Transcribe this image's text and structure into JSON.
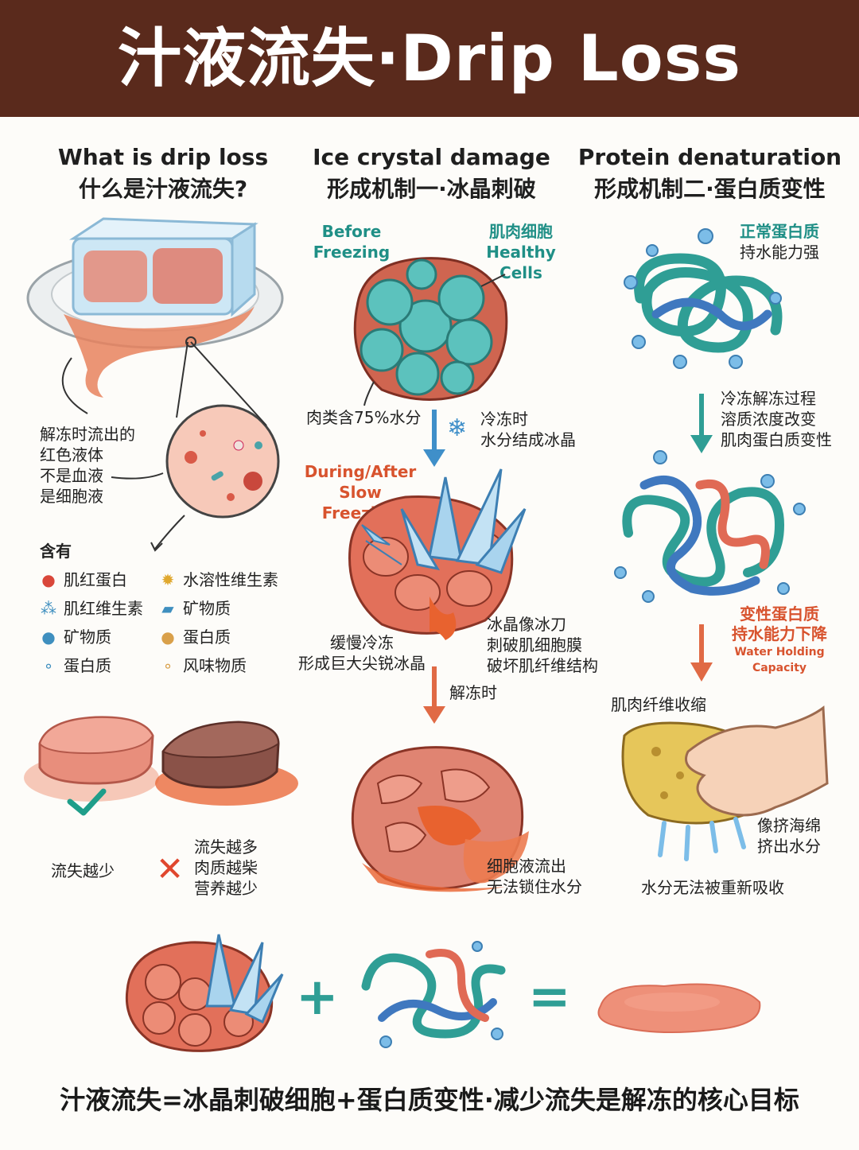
{
  "header": {
    "title": "汁液流失·Drip Loss"
  },
  "columns": {
    "left": {
      "title_en": "What is drip loss",
      "title_zh": "什么是汁液流失?"
    },
    "middle": {
      "title_en": "Ice crystal damage",
      "title_zh": "形成机制一·冰晶刺破"
    },
    "right": {
      "title_en": "Protein denaturation",
      "title_zh": "形成机制二·蛋白质变性"
    }
  },
  "left": {
    "callout": [
      "解冻时流出的",
      "红色液体",
      "不是血液",
      "是细胞液"
    ],
    "contains_label": "含有",
    "contents": [
      {
        "icon": "myoglobin-icon",
        "label": "肌红蛋白"
      },
      {
        "icon": "water-vitamin-icon",
        "label": "水溶性维生素"
      },
      {
        "icon": "vitamin-icon",
        "label": "肌红维生素"
      },
      {
        "icon": "mineral-pill-icon",
        "label": "矿物质"
      },
      {
        "icon": "droplet-icon",
        "label": "矿物质"
      },
      {
        "icon": "peanut-icon",
        "label": "蛋白质"
      },
      {
        "icon": "bubbles-icon",
        "label": "蛋白质"
      },
      {
        "icon": "flavor-icon",
        "label": "风味物质"
      }
    ],
    "good_label": "流失越少",
    "bad_label": [
      "流失越多",
      "肉质越柴",
      "营养越少"
    ]
  },
  "middle": {
    "before_en": [
      "Before",
      "Freezing"
    ],
    "healthy_zh": "肌肉细胞",
    "healthy_en": "Healthy Cells",
    "water_note": "肉类含75%水分",
    "freeze_note": [
      "冷冻时",
      "水分结成冰晶"
    ],
    "during_en": [
      "During/After",
      "Slow Freezing"
    ],
    "slow_note": [
      "缓慢冷冻",
      "形成巨大尖锐冰晶"
    ],
    "knife_note": [
      "冰晶像冰刀",
      "刺破肌细胞膜",
      "破坏肌纤维结构"
    ],
    "thaw_note": "解冻时",
    "leak_note": [
      "细胞液流出",
      "无法锁住水分"
    ]
  },
  "right": {
    "normal_zh": "正常蛋白质",
    "normal_note": "持水能力强",
    "process_note": [
      "冷冻解冻过程",
      "溶质浓度改变",
      "肌肉蛋白质变性"
    ],
    "denatured_zh": "变性蛋白质",
    "denatured_note": "持水能力下降",
    "denatured_en": "Water Holding Capacity",
    "shrink_note": "肌肉纤维收缩",
    "sponge_note": [
      "像挤海绵",
      "挤出水分"
    ],
    "reabsorb_note": "水分无法被重新吸收"
  },
  "equation": {
    "plus": "+",
    "equals": "="
  },
  "footer": {
    "summary": "汁液流失=冰晶刺破细胞+蛋白质变性·减少流失是解冻的核心目标"
  },
  "colors": {
    "header_bg": "#5a2a1c",
    "teal": "#1f8f86",
    "orange": "#d8532e",
    "meat": "#e58a78",
    "ice": "#a9d4ee"
  }
}
